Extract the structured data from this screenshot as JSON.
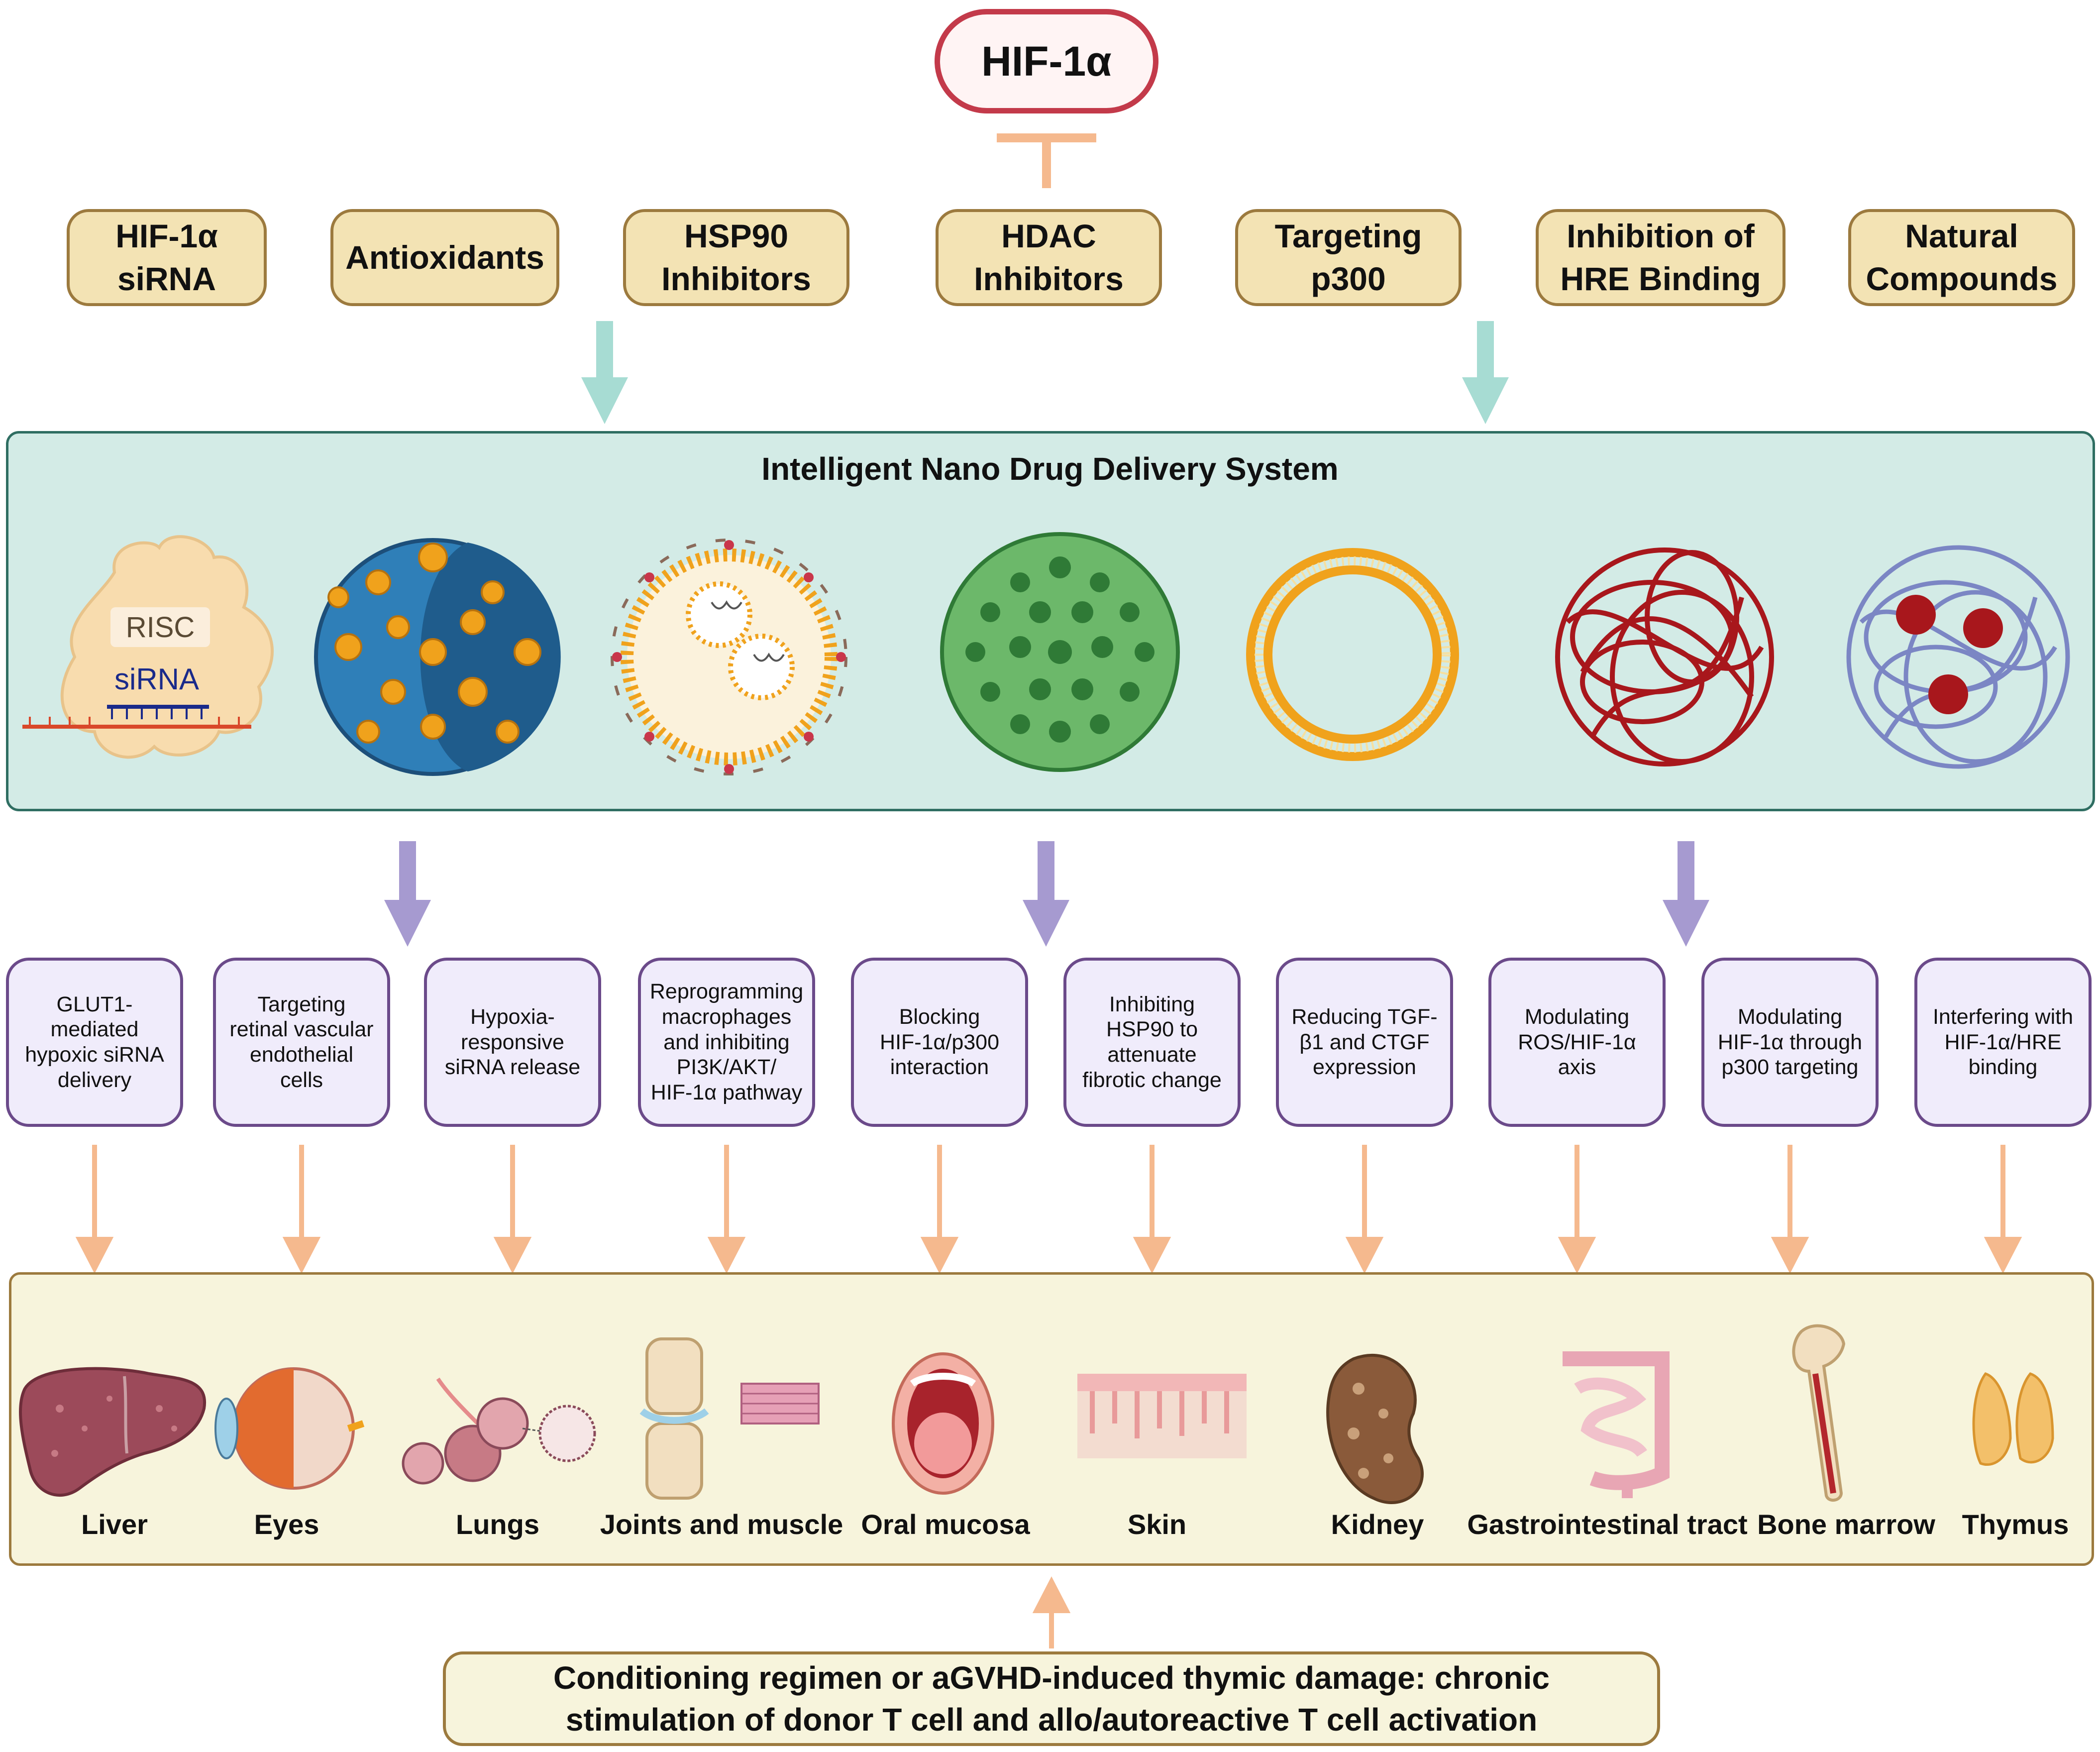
{
  "target": "HIF-1α",
  "strategies": [
    {
      "text": "HIF-1α\nsiRNA"
    },
    {
      "text": "Antioxidants"
    },
    {
      "text": "HSP90\nInhibitors"
    },
    {
      "text": "HDAC\nInhibitors"
    },
    {
      "text": "Targeting\np300"
    },
    {
      "text": "Inhibition of\nHRE Binding"
    },
    {
      "text": "Natural\nCompounds"
    }
  ],
  "nano_system": {
    "title": "Intelligent Nano Drug Delivery System",
    "labels": {
      "risc": "RISC",
      "sirna": "siRNA"
    },
    "carriers": [
      {
        "icon": "risc-sirna-complex-icon"
      },
      {
        "icon": "nanoparticle-sphere-icon"
      },
      {
        "icon": "lipid-nanoparticle-icon"
      },
      {
        "icon": "porous-silica-nanoparticle-icon"
      },
      {
        "icon": "liposome-icon"
      },
      {
        "icon": "polymer-network-icon"
      },
      {
        "icon": "drug-loaded-nanogel-icon"
      }
    ]
  },
  "mechanisms": [
    {
      "text": "GLUT1-\nmediated\nhypoxic siRNA\ndelivery"
    },
    {
      "text": "Targeting\nretinal vascular\nendothelial\ncells"
    },
    {
      "text": "Hypoxia-\nresponsive\nsiRNA release"
    },
    {
      "text": "Reprogramming\nmacrophages\nand inhibiting\nPI3K/AKT/\nHIF-1α pathway"
    },
    {
      "text": "Blocking\nHIF-1α/p300\ninteraction"
    },
    {
      "text": "Inhibiting\nHSP90 to\nattenuate\nfibrotic change"
    },
    {
      "text": "Reducing TGF-\nβ1 and CTGF\nexpression"
    },
    {
      "text": "Modulating\nROS/HIF-1α\naxis"
    },
    {
      "text": "Modulating\nHIF-1α through\np300 targeting"
    },
    {
      "text": "Interfering with\nHIF-1α/HRE\nbinding"
    }
  ],
  "organs": [
    {
      "label": "Liver",
      "icon": "liver-icon"
    },
    {
      "label": "Eyes",
      "icon": "eye-icon"
    },
    {
      "label": "Lungs",
      "icon": "lungs-icon"
    },
    {
      "label": "Joints and muscle",
      "icon": "joint-muscle-icon"
    },
    {
      "label": "Oral mucosa",
      "icon": "oral-mucosa-icon"
    },
    {
      "label": "Skin",
      "icon": "skin-icon"
    },
    {
      "label": "Kidney",
      "icon": "kidney-icon"
    },
    {
      "label": "Gastrointestinal tract",
      "icon": "intestine-icon"
    },
    {
      "label": "Bone marrow",
      "icon": "bone-icon"
    },
    {
      "label": "Thymus",
      "icon": "thymus-icon"
    }
  ],
  "condition": "Conditioning regimen or aGVHD-induced thymic damage: chronic\nstimulation of donor T cell and allo/autoreactive T cell activation",
  "colors": {
    "target_border": "#c33a4a",
    "strategy_fill": "#f3e3b4",
    "nano_panel_fill": "#d3ebe6",
    "mechanism_fill": "#f0ecfb",
    "mechanism_border": "#6b4a8a",
    "teal_arrow": "#a7dcd3",
    "purple_arrow": "#a69ad0",
    "orange_arrow": "#f5b98e"
  }
}
